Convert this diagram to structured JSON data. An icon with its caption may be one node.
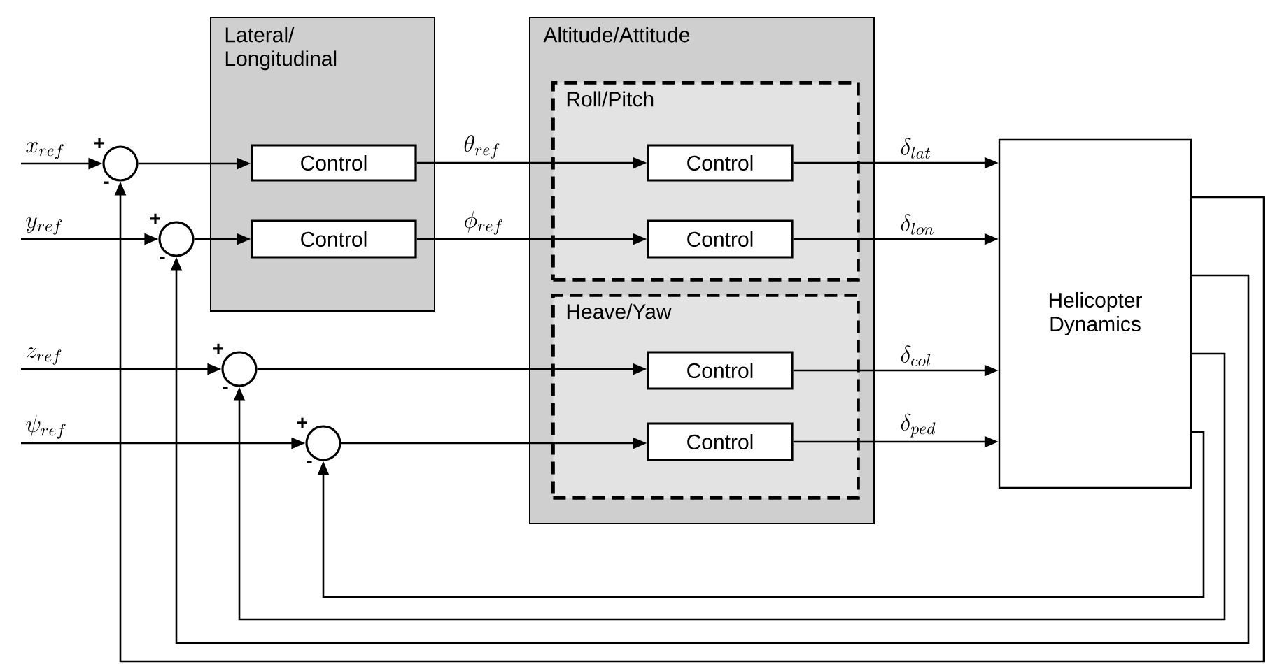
{
  "diagram": {
    "nodes": [
      {
        "text": [
          "Lateral/ Longitudinal"
        ]
      },
      {
        "text": [
          "Control"
        ],
        "in": 0
      },
      {
        "text": [
          "Control"
        ],
        "in": 0
      },
      {
        "text": [
          "Altitude/Attitude"
        ]
      },
      {
        "text": [
          "Roll/Pitch"
        ],
        "in": 3
      },
      {
        "text": [
          "Control"
        ],
        "in": 4
      },
      {
        "text": [
          "Control"
        ],
        "in": 4
      },
      {
        "text": [
          "Heave/Yaw"
        ],
        "in": 3
      },
      {
        "text": [
          "Control"
        ],
        "in": 7
      },
      {
        "text": [
          "Control"
        ],
        "in": 7
      },
      {
        "text": [
          "Helicopter Dynamics"
        ]
      },
      {
        "text": [],
        "shape": "circle"
      },
      {
        "text": [],
        "shape": "circle"
      },
      {
        "text": [],
        "shape": "circle"
      },
      {
        "text": [],
        "shape": "circle"
      }
    ],
    "edges": [
      {
        "from": null,
        "to": 11,
        "arrow": "to",
        "label": "x_{ref}"
      },
      {
        "from": null,
        "to": 12,
        "arrow": "to",
        "label": "y_{ref}"
      },
      {
        "from": null,
        "to": 13,
        "arrow": "to",
        "label": "z_{ref}"
      },
      {
        "from": null,
        "to": 14,
        "arrow": "to",
        "label": "\\psi_{ref}"
      },
      {
        "from": 11,
        "to": 1,
        "arrow": "to"
      },
      {
        "from": 12,
        "to": 2,
        "arrow": "to"
      },
      {
        "from": 1,
        "to": 5,
        "arrow": "to",
        "label": "\\theta_{ref}"
      },
      {
        "from": 2,
        "to": 6,
        "arrow": "to",
        "label": "\\phi_{ref}"
      },
      {
        "from": 13,
        "to": 8,
        "arrow": "to"
      },
      {
        "from": 14,
        "to": 9,
        "arrow": "to"
      },
      {
        "from": 5,
        "to": 10,
        "arrow": "to",
        "label": "\\delta_{lat}"
      },
      {
        "from": 6,
        "to": 10,
        "arrow": "to",
        "label": "\\delta_{lon}"
      },
      {
        "from": 8,
        "to": 10,
        "arrow": "to",
        "label": "\\delta_{col}"
      },
      {
        "from": 9,
        "to": 10,
        "arrow": "to",
        "label": "\\delta_{ped}"
      },
      {
        "from": 10,
        "to": 11,
        "arrow": "to"
      },
      {
        "from": 10,
        "to": 12,
        "arrow": "to"
      },
      {
        "from": 10,
        "to": 13,
        "arrow": "to"
      },
      {
        "from": 10,
        "to": 14,
        "arrow": "to"
      }
    ],
    "labels": [
      "+",
      "-",
      "+",
      "-",
      "+",
      "-",
      "+",
      "-"
    ]
  }
}
